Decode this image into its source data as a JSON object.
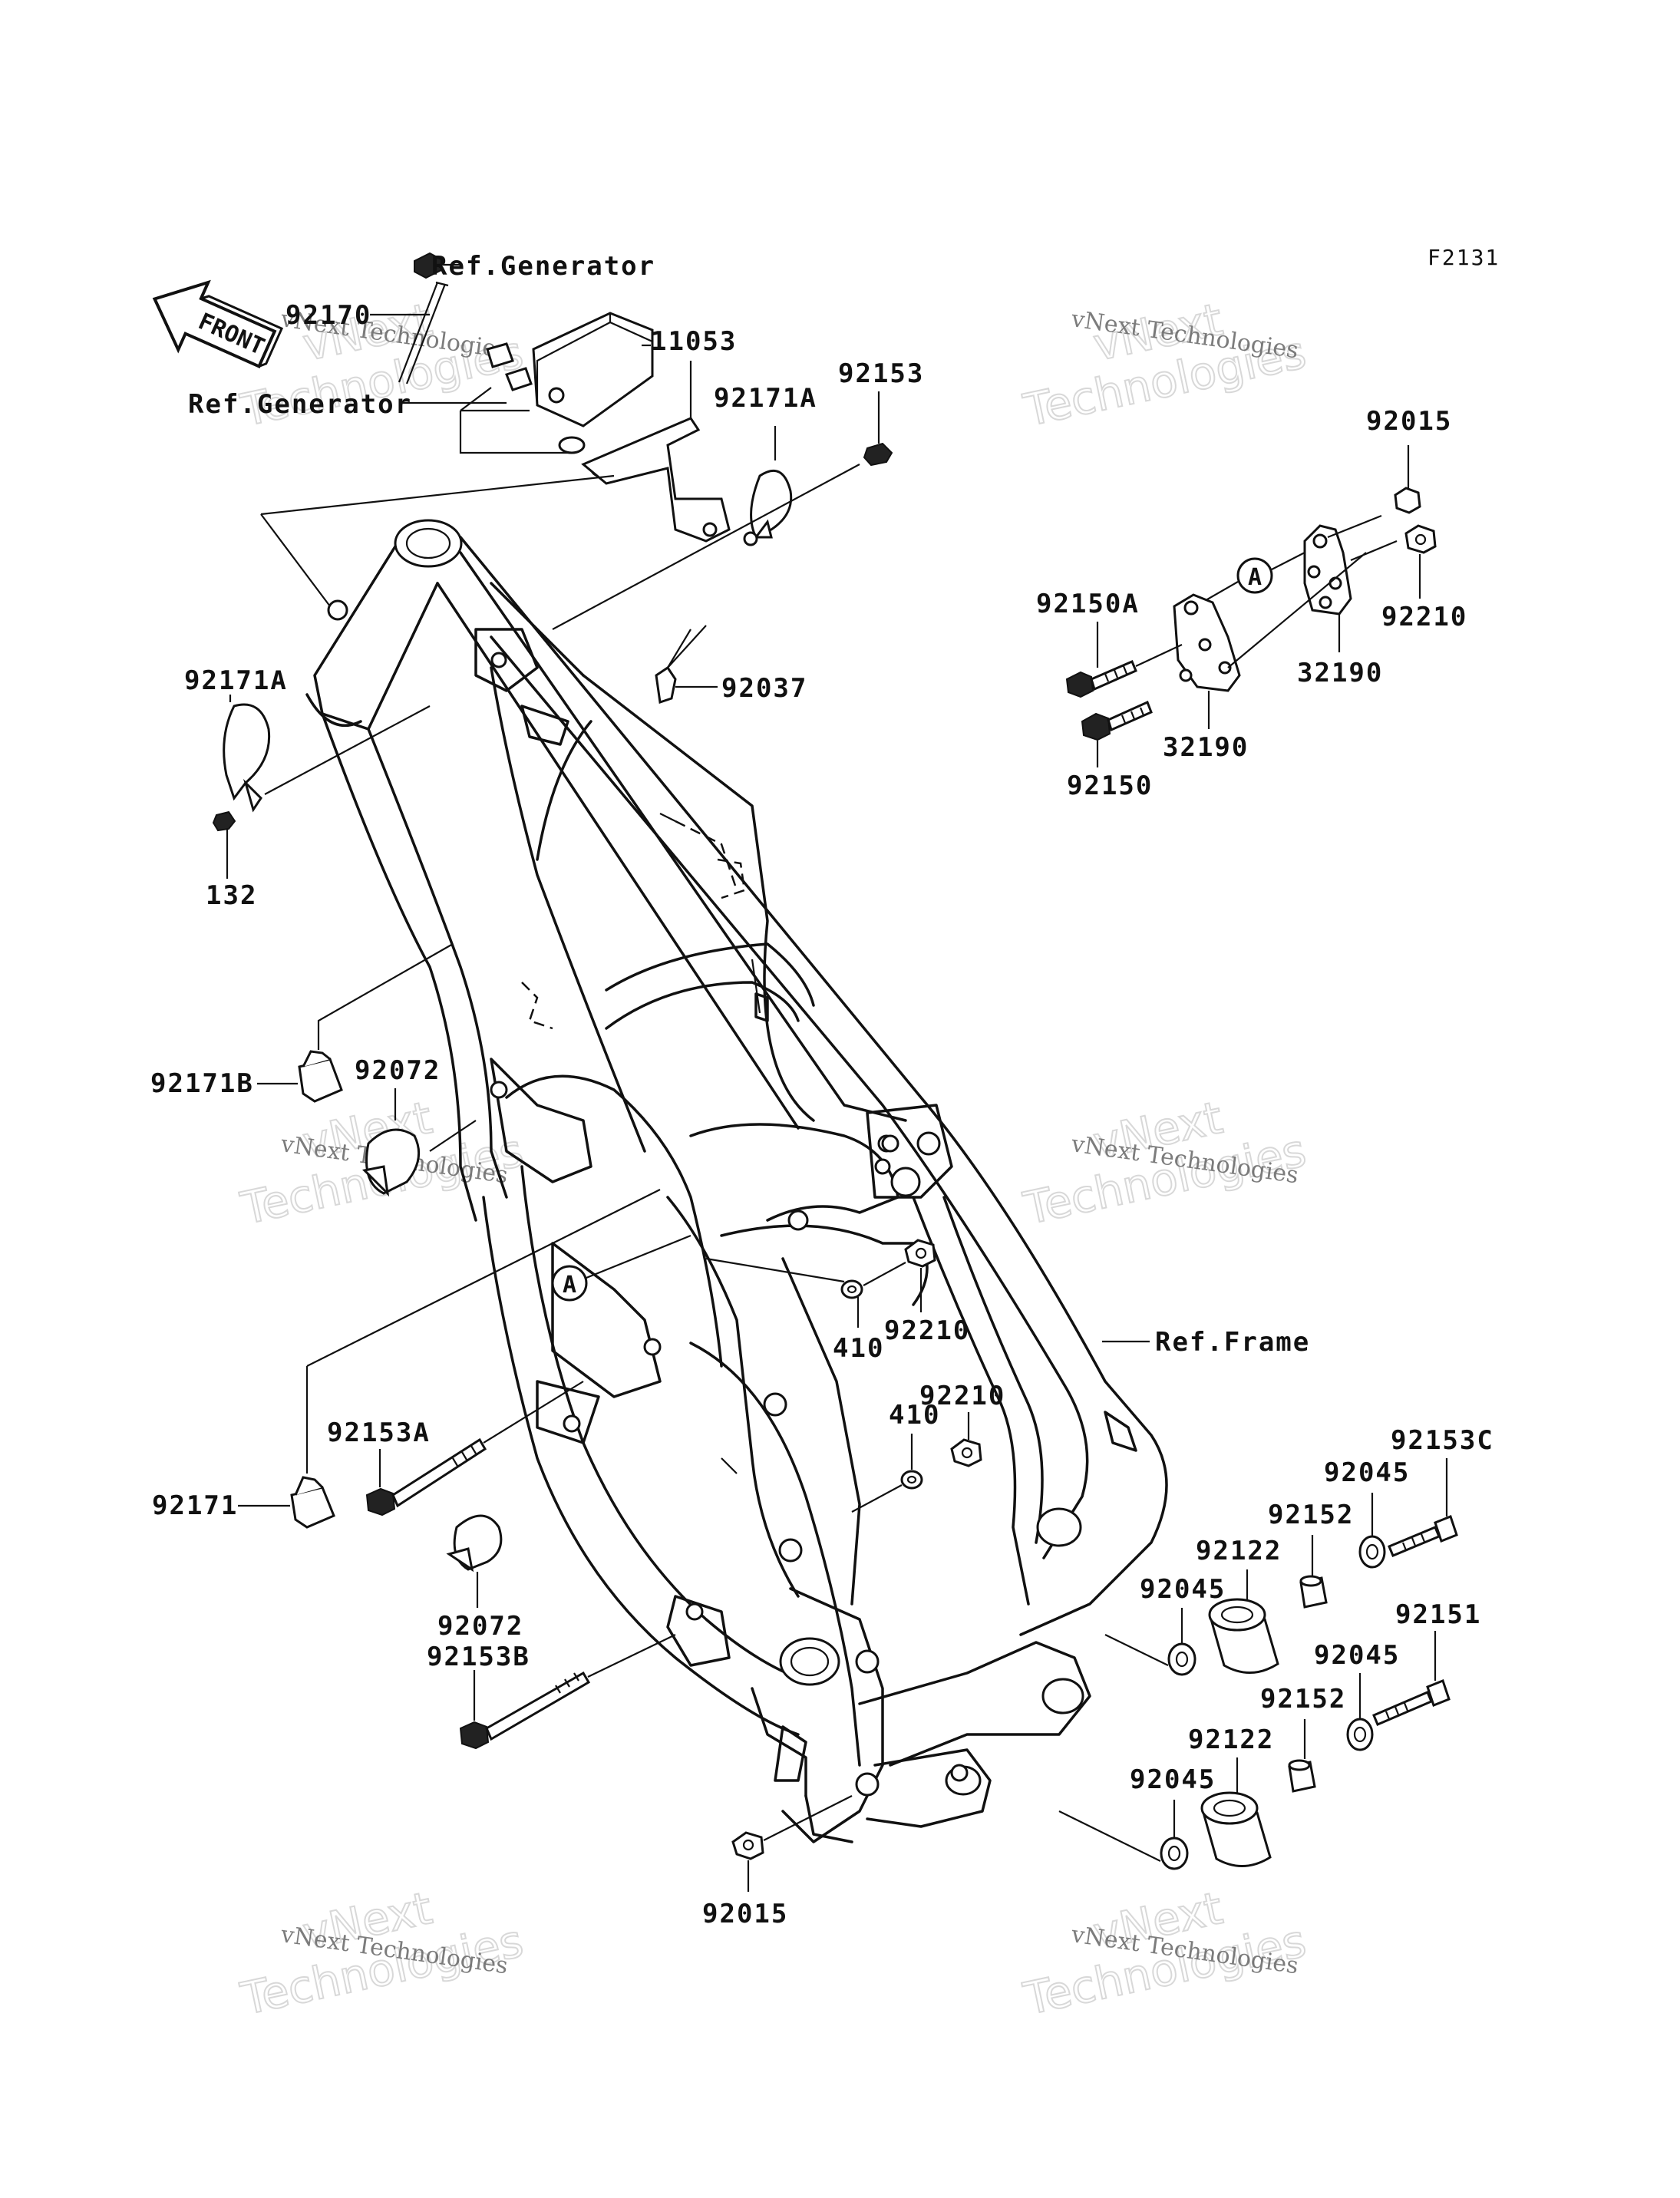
{
  "diagram_code": "F2131",
  "front_badge": "FRONT",
  "callout_marker": "A",
  "references": {
    "generator_top": "Ref.Generator",
    "generator_left": "Ref.Generator",
    "frame": "Ref.Frame"
  },
  "parts": {
    "p92170": "92170",
    "p11053": "11053",
    "p92171A_top": "92171A",
    "p92153": "92153",
    "p92015_top": "92015",
    "p92150A": "92150A",
    "p92210_top": "92210",
    "p92037": "92037",
    "p92171A_left": "92171A",
    "p32190_right": "32190",
    "p32190_bottom": "32190",
    "p92150": "92150",
    "p132": "132",
    "p92171B": "92171B",
    "p92072_top": "92072",
    "p92210_mid": "92210",
    "p410_mid": "410",
    "p92210_low": "92210",
    "p410_low": "410",
    "p92153A": "92153A",
    "p92171": "92171",
    "p92153C": "92153C",
    "p92045_a": "92045",
    "p92152_a": "92152",
    "p92122_a": "92122",
    "p92045_b": "92045",
    "p92072_low": "92072",
    "p92153B": "92153B",
    "p92151": "92151",
    "p92045_c": "92045",
    "p92152_b": "92152",
    "p92122_b": "92122",
    "p92045_d": "92045",
    "p92015_bottom": "92015"
  },
  "watermark": {
    "line1": "vNext",
    "line2": "vNext Technologies",
    "line3": "Technologies"
  }
}
